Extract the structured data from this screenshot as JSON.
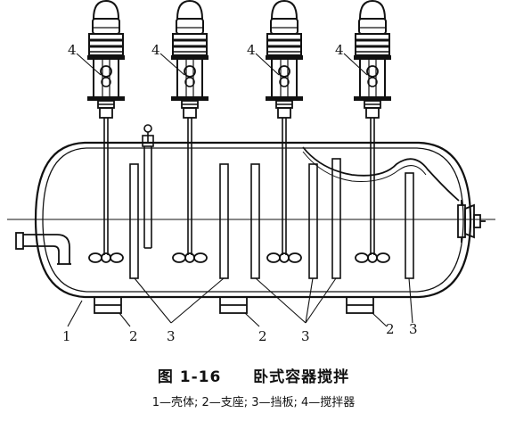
{
  "figure": {
    "caption_number": "图 1-16",
    "caption_title": "卧式容器搅拌",
    "legend": "1—壳体; 2—支座; 3—挡板; 4—搅拌器"
  },
  "labels": {
    "shell": "1",
    "support": "2",
    "baffle": "3",
    "agitator": "4"
  },
  "diagram": {
    "agitator_count": 4,
    "baffle_count": 6,
    "support_count": 3
  }
}
